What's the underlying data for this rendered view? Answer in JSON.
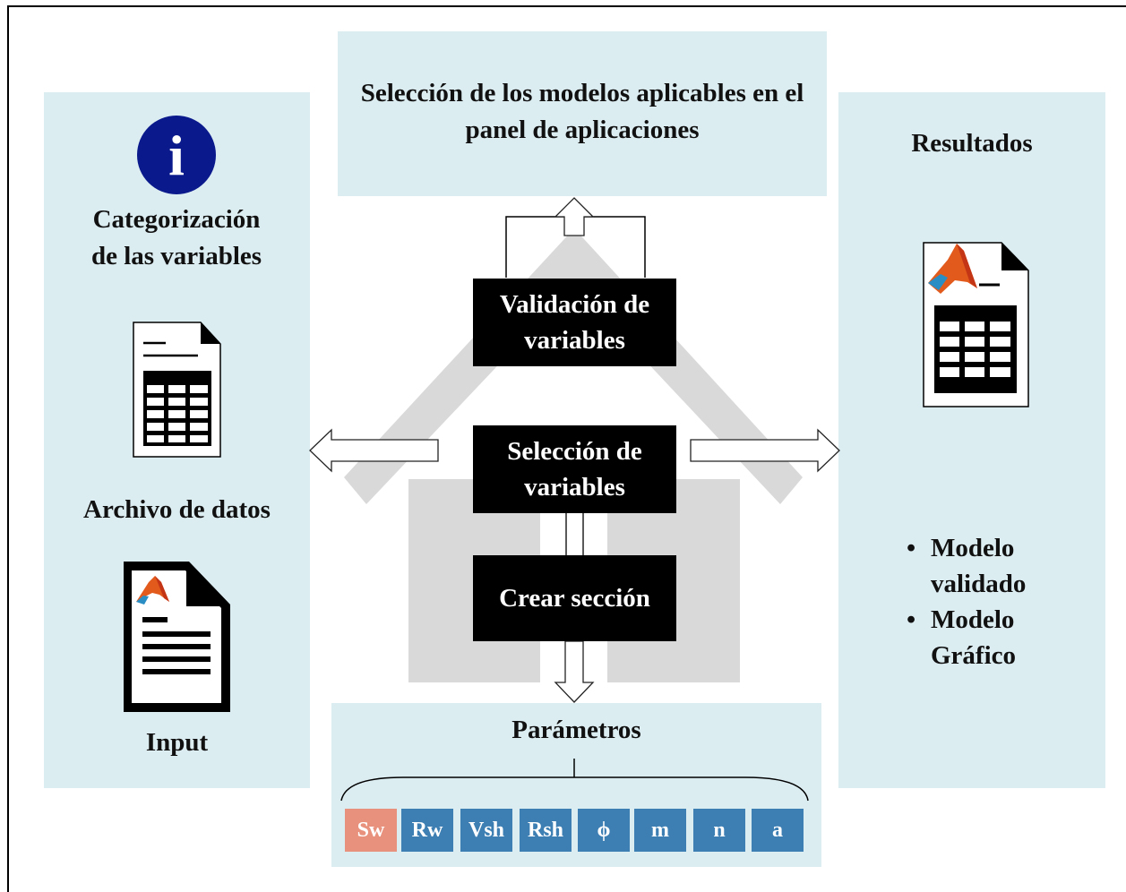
{
  "top_panel": {
    "title": "Selección de los modelos aplicables en el panel de aplicaciones"
  },
  "left_panel": {
    "categorization": "Categorización de las variables",
    "data_file": "Archivo de datos",
    "input": "Input",
    "info_glyph": "i"
  },
  "right_panel": {
    "title": "Resultados",
    "items": [
      "Modelo validado",
      "Modelo Gráfico"
    ]
  },
  "center": {
    "validation": "Validación de variables",
    "selection": "Selección de variables",
    "create": "Crear sección"
  },
  "bottom_panel": {
    "title": "Parámetros",
    "params": [
      {
        "label": "Sw",
        "color": "#e8917c"
      },
      {
        "label": "Rw",
        "color": "#3e7fb3"
      },
      {
        "label": "Vsh",
        "color": "#3e7fb3"
      },
      {
        "label": "Rsh",
        "color": "#3e7fb3"
      },
      {
        "label": "ϕ",
        "color": "#3e7fb3"
      },
      {
        "label": "m",
        "color": "#3e7fb3"
      },
      {
        "label": "n",
        "color": "#3e7fb3"
      },
      {
        "label": "a",
        "color": "#3e7fb3"
      }
    ]
  },
  "colors": {
    "panel": "#dcedf2",
    "house": "#d9d9d9",
    "info": "#0a1a8c",
    "param_blue": "#3e7fb3",
    "param_highlight": "#e8917c"
  },
  "icons": [
    "info-icon",
    "spreadsheet-icon",
    "matlab-document-icon",
    "matlab-spreadsheet-icon"
  ]
}
